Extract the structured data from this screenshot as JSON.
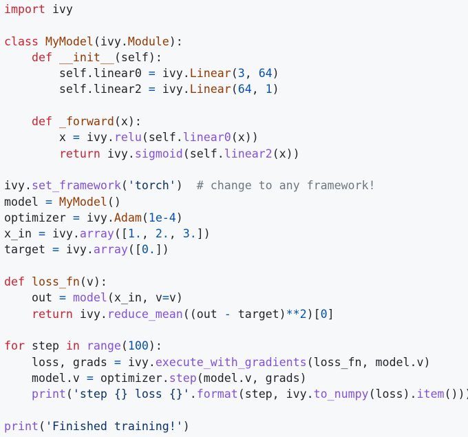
{
  "code": {
    "lines": [
      [
        {
          "t": "import",
          "c": "kw"
        },
        {
          "t": " ivy",
          "c": ""
        }
      ],
      [],
      [
        {
          "t": "class",
          "c": "kw"
        },
        {
          "t": " ",
          "c": ""
        },
        {
          "t": "MyModel",
          "c": "fn"
        },
        {
          "t": "(ivy.",
          "c": ""
        },
        {
          "t": "Module",
          "c": "bi"
        },
        {
          "t": "):",
          "c": ""
        }
      ],
      [
        {
          "t": "    ",
          "c": ""
        },
        {
          "t": "def",
          "c": "kw"
        },
        {
          "t": " ",
          "c": ""
        },
        {
          "t": "__init__",
          "c": "fn"
        },
        {
          "t": "(self):",
          "c": ""
        }
      ],
      [
        {
          "t": "        self.linear0 ",
          "c": ""
        },
        {
          "t": "=",
          "c": "op"
        },
        {
          "t": " ivy.",
          "c": ""
        },
        {
          "t": "Linear",
          "c": "bi"
        },
        {
          "t": "(",
          "c": ""
        },
        {
          "t": "3",
          "c": "num"
        },
        {
          "t": ", ",
          "c": ""
        },
        {
          "t": "64",
          "c": "num"
        },
        {
          "t": ")",
          "c": ""
        }
      ],
      [
        {
          "t": "        self.linear2 ",
          "c": ""
        },
        {
          "t": "=",
          "c": "op"
        },
        {
          "t": " ivy.",
          "c": ""
        },
        {
          "t": "Linear",
          "c": "bi"
        },
        {
          "t": "(",
          "c": ""
        },
        {
          "t": "64",
          "c": "num"
        },
        {
          "t": ", ",
          "c": ""
        },
        {
          "t": "1",
          "c": "num"
        },
        {
          "t": ")",
          "c": ""
        }
      ],
      [],
      [
        {
          "t": "    ",
          "c": ""
        },
        {
          "t": "def",
          "c": "kw"
        },
        {
          "t": " ",
          "c": ""
        },
        {
          "t": "_forward",
          "c": "fn"
        },
        {
          "t": "(x):",
          "c": ""
        }
      ],
      [
        {
          "t": "        x ",
          "c": ""
        },
        {
          "t": "=",
          "c": "op"
        },
        {
          "t": " ivy.",
          "c": ""
        },
        {
          "t": "relu",
          "c": "call"
        },
        {
          "t": "(self.",
          "c": ""
        },
        {
          "t": "linear0",
          "c": "call"
        },
        {
          "t": "(x))",
          "c": ""
        }
      ],
      [
        {
          "t": "        ",
          "c": ""
        },
        {
          "t": "return",
          "c": "kw"
        },
        {
          "t": " ivy.",
          "c": ""
        },
        {
          "t": "sigmoid",
          "c": "call"
        },
        {
          "t": "(self.",
          "c": ""
        },
        {
          "t": "linear2",
          "c": "call"
        },
        {
          "t": "(x))",
          "c": ""
        }
      ],
      [],
      [
        {
          "t": "ivy.",
          "c": ""
        },
        {
          "t": "set_framework",
          "c": "call"
        },
        {
          "t": "(",
          "c": ""
        },
        {
          "t": "'torch'",
          "c": "str"
        },
        {
          "t": ")  ",
          "c": ""
        },
        {
          "t": "# change to any framework!",
          "c": "cm"
        }
      ],
      [
        {
          "t": "model ",
          "c": ""
        },
        {
          "t": "=",
          "c": "op"
        },
        {
          "t": " ",
          "c": ""
        },
        {
          "t": "MyModel",
          "c": "bi"
        },
        {
          "t": "()",
          "c": ""
        }
      ],
      [
        {
          "t": "optimizer ",
          "c": ""
        },
        {
          "t": "=",
          "c": "op"
        },
        {
          "t": " ivy.",
          "c": ""
        },
        {
          "t": "Adam",
          "c": "bi"
        },
        {
          "t": "(",
          "c": ""
        },
        {
          "t": "1e-4",
          "c": "num"
        },
        {
          "t": ")",
          "c": ""
        }
      ],
      [
        {
          "t": "x_in ",
          "c": ""
        },
        {
          "t": "=",
          "c": "op"
        },
        {
          "t": " ivy.",
          "c": ""
        },
        {
          "t": "array",
          "c": "call"
        },
        {
          "t": "([",
          "c": ""
        },
        {
          "t": "1.",
          "c": "num"
        },
        {
          "t": ", ",
          "c": ""
        },
        {
          "t": "2.",
          "c": "num"
        },
        {
          "t": ", ",
          "c": ""
        },
        {
          "t": "3.",
          "c": "num"
        },
        {
          "t": "])",
          "c": ""
        }
      ],
      [
        {
          "t": "target ",
          "c": ""
        },
        {
          "t": "=",
          "c": "op"
        },
        {
          "t": " ivy.",
          "c": ""
        },
        {
          "t": "array",
          "c": "call"
        },
        {
          "t": "([",
          "c": ""
        },
        {
          "t": "0.",
          "c": "num"
        },
        {
          "t": "])",
          "c": ""
        }
      ],
      [],
      [
        {
          "t": "def",
          "c": "kw"
        },
        {
          "t": " ",
          "c": ""
        },
        {
          "t": "loss_fn",
          "c": "fn"
        },
        {
          "t": "(v):",
          "c": ""
        }
      ],
      [
        {
          "t": "    out ",
          "c": ""
        },
        {
          "t": "=",
          "c": "op"
        },
        {
          "t": " ",
          "c": ""
        },
        {
          "t": "model",
          "c": "call"
        },
        {
          "t": "(x_in, v",
          "c": ""
        },
        {
          "t": "=",
          "c": "op"
        },
        {
          "t": "v)",
          "c": ""
        }
      ],
      [
        {
          "t": "    ",
          "c": ""
        },
        {
          "t": "return",
          "c": "kw"
        },
        {
          "t": " ivy.",
          "c": ""
        },
        {
          "t": "reduce_mean",
          "c": "call"
        },
        {
          "t": "((out ",
          "c": ""
        },
        {
          "t": "-",
          "c": "op"
        },
        {
          "t": " target)",
          "c": ""
        },
        {
          "t": "**",
          "c": "op"
        },
        {
          "t": "2",
          "c": "num"
        },
        {
          "t": ")[",
          "c": ""
        },
        {
          "t": "0",
          "c": "num"
        },
        {
          "t": "]",
          "c": ""
        }
      ],
      [],
      [
        {
          "t": "for",
          "c": "kw"
        },
        {
          "t": " step ",
          "c": ""
        },
        {
          "t": "in",
          "c": "kw"
        },
        {
          "t": " ",
          "c": ""
        },
        {
          "t": "range",
          "c": "builtin"
        },
        {
          "t": "(",
          "c": ""
        },
        {
          "t": "100",
          "c": "num"
        },
        {
          "t": "):",
          "c": ""
        }
      ],
      [
        {
          "t": "    loss, grads ",
          "c": ""
        },
        {
          "t": "=",
          "c": "op"
        },
        {
          "t": " ivy.",
          "c": ""
        },
        {
          "t": "execute_with_gradients",
          "c": "call"
        },
        {
          "t": "(loss_fn, model.v)",
          "c": ""
        }
      ],
      [
        {
          "t": "    model.v ",
          "c": ""
        },
        {
          "t": "=",
          "c": "op"
        },
        {
          "t": " optimizer.",
          "c": ""
        },
        {
          "t": "step",
          "c": "call"
        },
        {
          "t": "(model.v, grads)",
          "c": ""
        }
      ],
      [
        {
          "t": "    ",
          "c": ""
        },
        {
          "t": "print",
          "c": "builtin"
        },
        {
          "t": "(",
          "c": ""
        },
        {
          "t": "'step {} loss {}'",
          "c": "str"
        },
        {
          "t": ".",
          "c": ""
        },
        {
          "t": "format",
          "c": "call"
        },
        {
          "t": "(step, ivy.",
          "c": ""
        },
        {
          "t": "to_numpy",
          "c": "call"
        },
        {
          "t": "(loss).",
          "c": ""
        },
        {
          "t": "item",
          "c": "call"
        },
        {
          "t": "()))",
          "c": ""
        }
      ],
      [],
      [
        {
          "t": "print",
          "c": "builtin"
        },
        {
          "t": "(",
          "c": ""
        },
        {
          "t": "'Finished training!'",
          "c": "str"
        },
        {
          "t": ")",
          "c": ""
        }
      ]
    ]
  }
}
